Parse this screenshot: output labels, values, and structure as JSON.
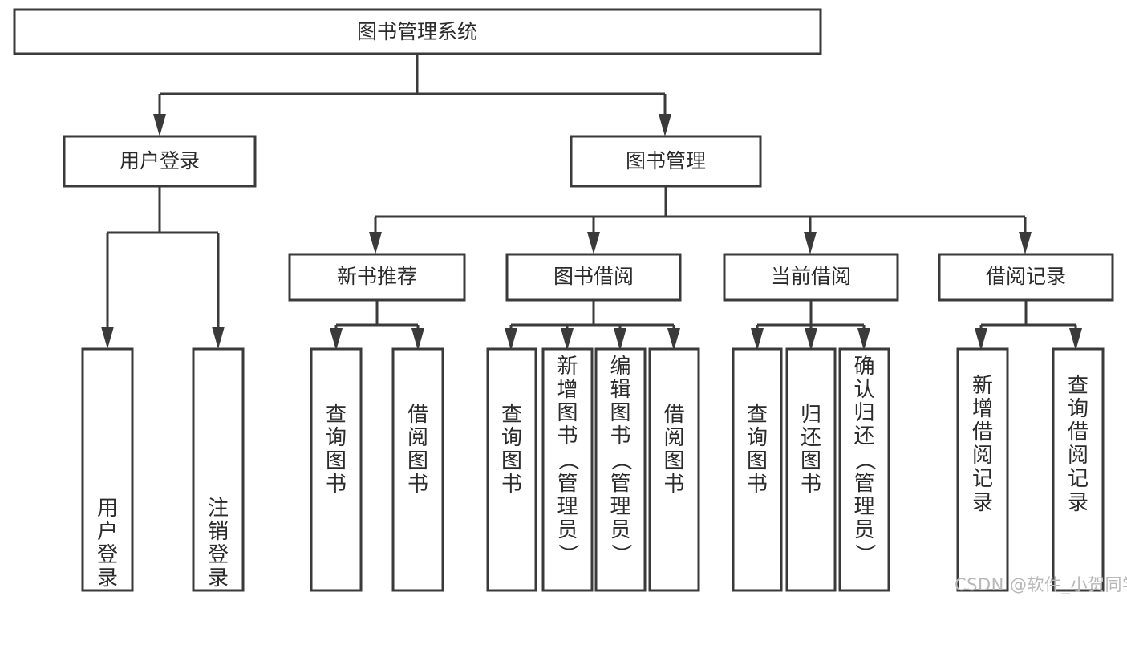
{
  "diagram": {
    "title": "图书管理系统",
    "root": {
      "id": "root",
      "label": "图书管理系统",
      "orientation": "horizontal"
    },
    "level2": [
      {
        "id": "user-login",
        "label": "用户登录",
        "orientation": "horizontal"
      },
      {
        "id": "book-manage",
        "label": "图书管理",
        "orientation": "horizontal"
      }
    ],
    "level3": [
      {
        "id": "new-book-recommend",
        "label": "新书推荐",
        "orientation": "horizontal"
      },
      {
        "id": "book-borrow",
        "label": "图书借阅",
        "orientation": "horizontal"
      },
      {
        "id": "current-borrow",
        "label": "当前借阅",
        "orientation": "horizontal"
      },
      {
        "id": "borrow-record",
        "label": "借阅记录",
        "orientation": "horizontal"
      }
    ],
    "leaves": [
      {
        "id": "leaf-user-login",
        "parent": "user-login",
        "label": "用户登录",
        "orientation": "vertical"
      },
      {
        "id": "leaf-user-logout",
        "parent": "user-login",
        "label": "注销登录",
        "orientation": "vertical"
      },
      {
        "id": "leaf-query-book-1",
        "parent": "new-book-recommend",
        "label": "查询图书",
        "orientation": "vertical"
      },
      {
        "id": "leaf-borrow-book-1",
        "parent": "new-book-recommend",
        "label": "借阅图书",
        "orientation": "vertical"
      },
      {
        "id": "leaf-query-book-2",
        "parent": "book-borrow",
        "label": "查询图书",
        "orientation": "vertical"
      },
      {
        "id": "leaf-add-book",
        "parent": "book-borrow",
        "label": "新增图书（管理员）",
        "orientation": "vertical"
      },
      {
        "id": "leaf-edit-book",
        "parent": "book-borrow",
        "label": "编辑图书（管理员）",
        "orientation": "vertical"
      },
      {
        "id": "leaf-borrow-book-2",
        "parent": "book-borrow",
        "label": "借阅图书",
        "orientation": "vertical"
      },
      {
        "id": "leaf-query-book-3",
        "parent": "current-borrow",
        "label": "查询图书",
        "orientation": "vertical"
      },
      {
        "id": "leaf-return-book",
        "parent": "current-borrow",
        "label": "归还图书",
        "orientation": "vertical"
      },
      {
        "id": "leaf-confirm-return",
        "parent": "current-borrow",
        "label": "确认归还（管理员）",
        "orientation": "vertical"
      },
      {
        "id": "leaf-add-record",
        "parent": "borrow-record",
        "label": "新增借阅记录",
        "orientation": "vertical"
      },
      {
        "id": "leaf-query-record",
        "parent": "borrow-record",
        "label": "查询借阅记录",
        "orientation": "vertical"
      }
    ],
    "colors": {
      "stroke": "#3a3a3a",
      "fill": "#ffffff",
      "text": "#2b2b2b",
      "watermark": "#b8b8b8"
    }
  },
  "watermark": {
    "text": "CSDN @软件_小贺同学"
  }
}
